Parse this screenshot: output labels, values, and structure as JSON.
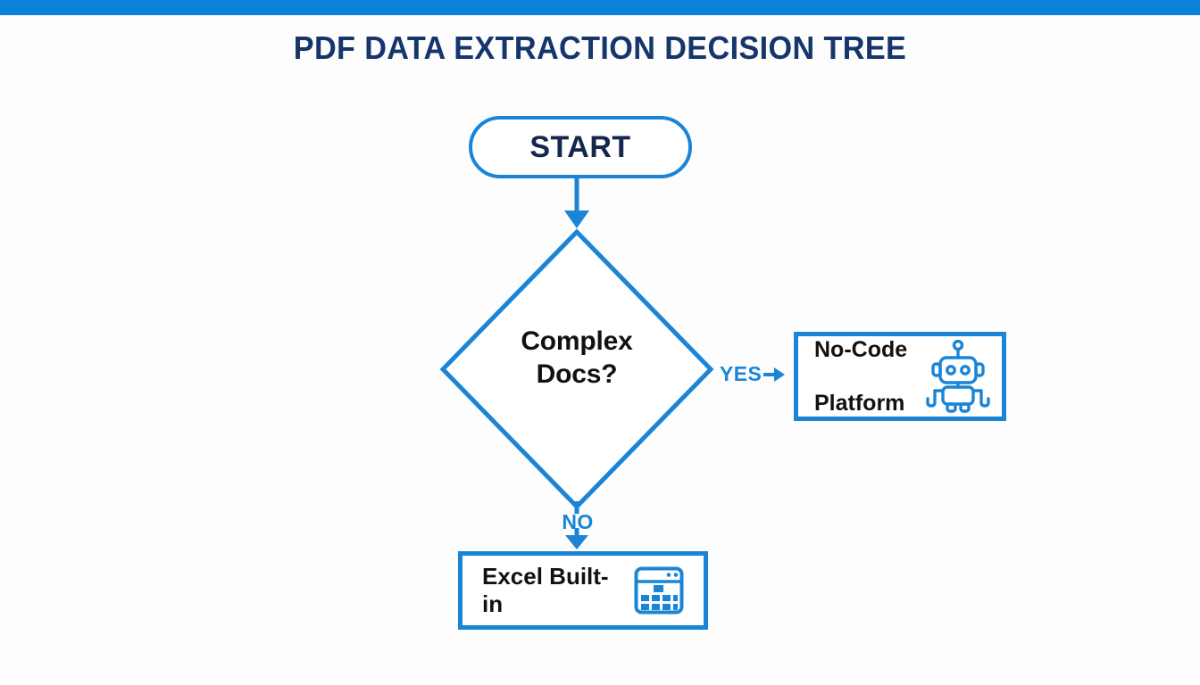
{
  "page": {
    "title": "PDF DATA EXTRACTION DECISION TREE",
    "accent_bar_color": "#0b82d8",
    "background_color": "#fdfdfe"
  },
  "colors": {
    "blue": "#1a85d6",
    "navy": "#15356b",
    "text_black": "#111111",
    "white": "#ffffff"
  },
  "flowchart": {
    "type": "decision-tree",
    "start": {
      "label": "START",
      "shape": "rounded-pill",
      "text_color": "#14284d",
      "border_color": "#1a85d6"
    },
    "decision": {
      "label_line1": "Complex",
      "label_line2": "Docs?",
      "label": "Complex Docs?",
      "shape": "diamond",
      "border_color": "#1a85d6",
      "text_color": "#111111"
    },
    "branches": [
      {
        "label": "YES",
        "direction": "right",
        "color": "#1a85d6",
        "target": "no-code-platform"
      },
      {
        "label": "NO",
        "direction": "down",
        "color": "#1a85d6",
        "target": "excel-built-in"
      }
    ],
    "outcomes": [
      {
        "id": "no-code-platform",
        "label_line1": "No-Code",
        "label_line2": "Platform",
        "label": "No-Code Platform",
        "icon": "robot-icon",
        "shape": "rectangle",
        "border_color": "#1a85d6"
      },
      {
        "id": "excel-built-in",
        "label": "Excel Built-in",
        "icon": "spreadsheet-icon",
        "shape": "rectangle",
        "border_color": "#1a85d6"
      }
    ],
    "connectors": [
      {
        "from": "start",
        "to": "decision",
        "style": "arrow-down"
      },
      {
        "from": "decision",
        "to": "no-code-platform",
        "style": "arrow-right",
        "label": "YES"
      },
      {
        "from": "decision",
        "to": "excel-built-in",
        "style": "arrow-down",
        "label": "NO"
      }
    ]
  }
}
